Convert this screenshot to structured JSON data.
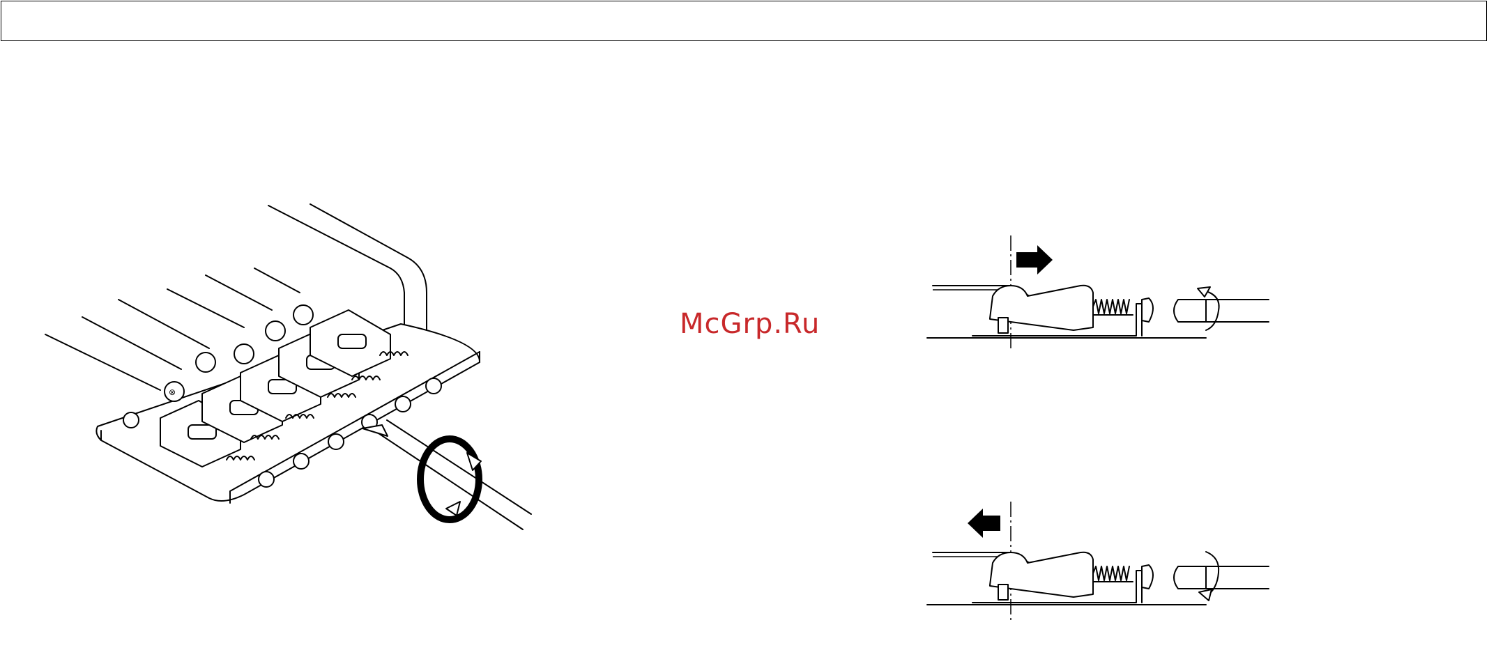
{
  "watermark": {
    "text": "McGrp.Ru",
    "color": "#c8282a"
  },
  "figures": {
    "bridge": {
      "icon": "guitar-bridge-with-screwdriver-icon"
    },
    "adjust_forward": {
      "icon": "saddle-move-forward-diagram-icon",
      "arrow": "right"
    },
    "adjust_backward": {
      "icon": "saddle-move-backward-diagram-icon",
      "arrow": "left"
    }
  }
}
